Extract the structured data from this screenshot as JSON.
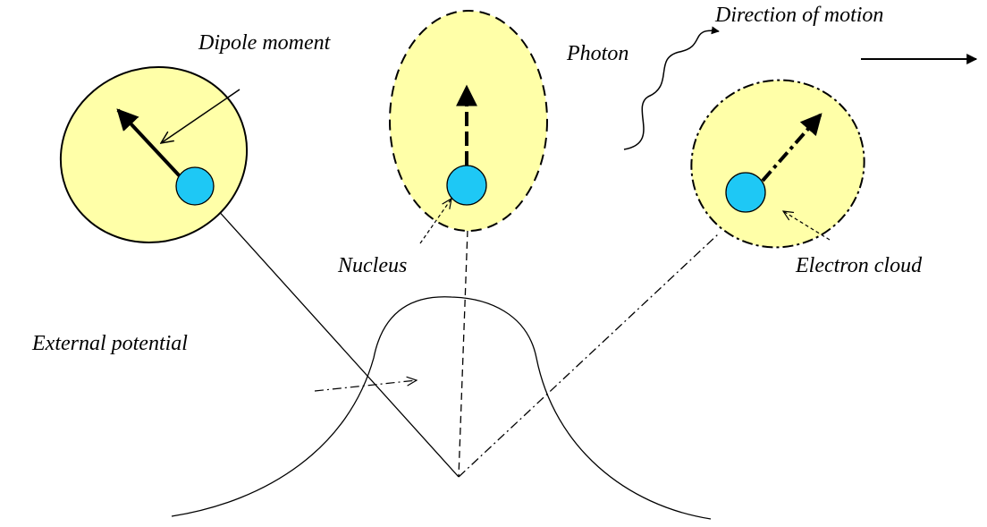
{
  "labels": {
    "dipole_moment": "Dipole moment",
    "photon": "Photon",
    "direction_of_motion": "Direction of motion",
    "nucleus": "Nucleus",
    "electron_cloud": "Electron cloud",
    "external_potential": "External potential"
  },
  "colors": {
    "cloud_fill": "#FFFFA8",
    "nucleus_fill": "#1EC8F5",
    "stroke": "#000000"
  }
}
